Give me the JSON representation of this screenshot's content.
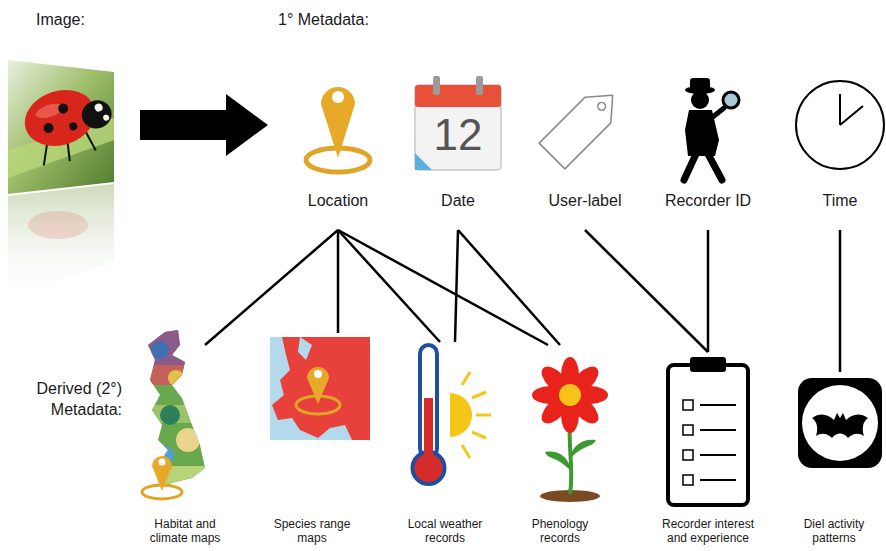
{
  "diagram": {
    "nodes": [
      {
        "text": [
          "Location"
        ]
      },
      {
        "text": [
          "Date"
        ]
      },
      {
        "text": [
          "User-label"
        ]
      },
      {
        "text": [
          "Recorder ID"
        ]
      },
      {
        "text": [
          "Time"
        ]
      },
      {
        "text": [
          "Habitat and climate maps"
        ]
      },
      {
        "text": [
          "Species range maps"
        ]
      },
      {
        "text": [
          "Local weather records"
        ]
      },
      {
        "text": [
          "Phenology records"
        ]
      },
      {
        "text": [
          "Recorder interest and experience"
        ]
      },
      {
        "text": [
          "Diel activity patterns"
        ]
      }
    ],
    "edges": [
      {
        "from": 0,
        "to": 5,
        "arrow": "none"
      },
      {
        "from": 0,
        "to": 6,
        "arrow": "none"
      },
      {
        "from": 0,
        "to": 7,
        "arrow": "none"
      },
      {
        "from": 0,
        "to": 8,
        "arrow": "none"
      },
      {
        "from": 1,
        "to": 7,
        "arrow": "none"
      },
      {
        "from": 1,
        "to": 8,
        "arrow": "none"
      },
      {
        "from": 2,
        "to": 9,
        "arrow": "none"
      },
      {
        "from": 3,
        "to": 9,
        "arrow": "none"
      },
      {
        "from": 4,
        "to": 10,
        "arrow": "none"
      }
    ],
    "labels": [
      "Image:",
      "1° Metadata:",
      "Derived (2°) Metadata:",
      "12"
    ]
  }
}
